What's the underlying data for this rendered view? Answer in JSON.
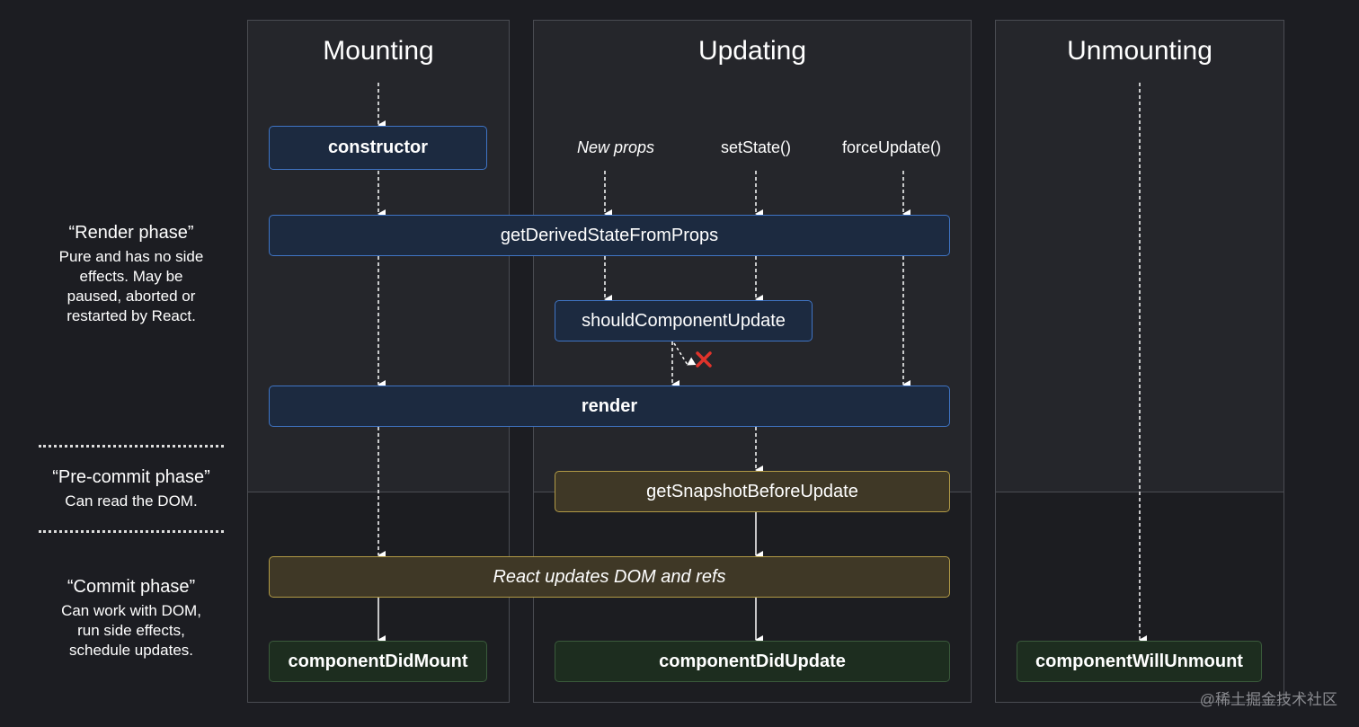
{
  "columns": {
    "mounting": "Mounting",
    "updating": "Updating",
    "unmounting": "Unmounting"
  },
  "triggers": {
    "new_props": "New props",
    "set_state": "setState()",
    "force_update": "forceUpdate()"
  },
  "methods": {
    "constructor": "constructor",
    "get_derived_state": "getDerivedStateFromProps",
    "should_component_update": "shouldComponentUpdate",
    "render": "render",
    "get_snapshot": "getSnapshotBeforeUpdate",
    "react_updates": "React updates DOM and refs",
    "did_mount": "componentDidMount",
    "did_update": "componentDidUpdate",
    "will_unmount": "componentWillUnmount"
  },
  "phases": {
    "render": {
      "title": "“Render phase”",
      "line1": "Pure and has no side",
      "line2": "effects. May be",
      "line3": "paused, aborted or",
      "line4": "restarted by React."
    },
    "precommit": {
      "title": "“Pre-commit phase”",
      "line1": "Can read the DOM."
    },
    "commit": {
      "title": "“Commit phase”",
      "line1": "Can work with DOM,",
      "line2": "run side effects,",
      "line3": "schedule updates."
    }
  },
  "colors": {
    "background": "#1c1d22",
    "blue_box_border": "#3f74c4",
    "yellow_box_border": "#b19a46",
    "green_box_border": "#3a5a3b",
    "cancel_mark": "#e0332b"
  },
  "icons": {
    "cancel": "red-x-icon"
  },
  "watermark": "@稀土掘金技术社区"
}
